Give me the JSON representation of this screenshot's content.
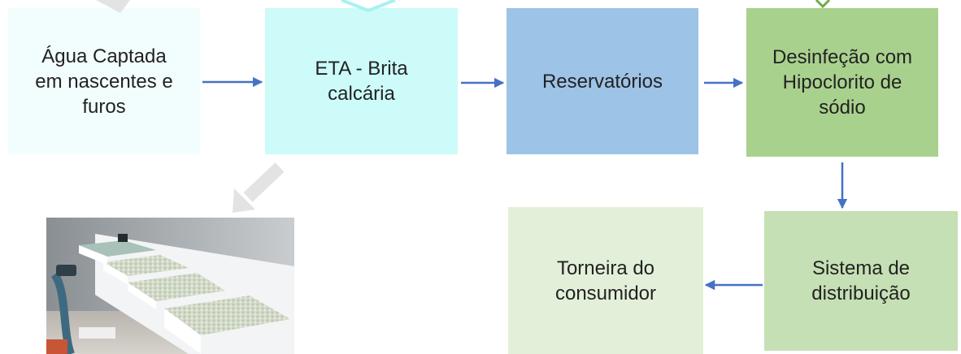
{
  "boxes": [
    {
      "id": "b1",
      "label": "Água Captada\nem nascentes e\nfuros",
      "color": "#f2fdfd"
    },
    {
      "id": "b2",
      "label": "ETA - Brita\ncalcária",
      "color": "#ccfbf9"
    },
    {
      "id": "b3",
      "label": "Reservatórios",
      "color": "#9dc3e6"
    },
    {
      "id": "b4",
      "label": "Desinfeção com\nHipoclorito de\nsódio",
      "color": "#a9d18e"
    },
    {
      "id": "b5",
      "label": "Sistema de\ndistribuição",
      "color": "#c5e0b4"
    },
    {
      "id": "b6",
      "label": "Torneira do\nconsumidor",
      "color": "#e2f0d9"
    }
  ],
  "colors": {
    "flow_arrow": "#4472c4",
    "gray_arrow": "#e3e3e3",
    "cyan_chevron": "#a8f1f1",
    "green_chevron": "#70ad47"
  },
  "icons": {
    "photo": "filter-tanks-photo",
    "flow_arrow": "arrow-icon"
  }
}
